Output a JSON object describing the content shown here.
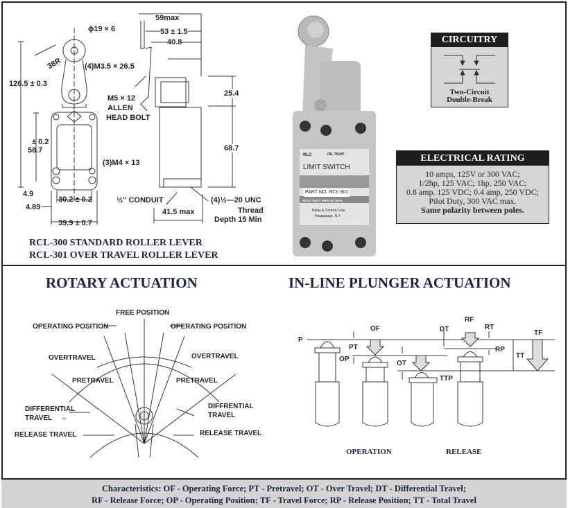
{
  "dimension_drawing": {
    "labels": {
      "roller": "ϕ19 × 6",
      "radius": "38R",
      "screws_top": "(4)M3.5 × 26.5",
      "height_total": "126.5 ± 0.3",
      "tol": "± 0.2",
      "height_mount": "58.7",
      "screws_bottom": "(3)M4 × 13",
      "offset_a": "4.9",
      "offset_b": "4.89",
      "width_mount": "30.2 ± 0.2",
      "width_total": "39.9 ± 0.7",
      "depth_max": "59max",
      "depth_lever": "53 ± 1.5",
      "depth_body": "40.8",
      "bolt_1": "M5 × 12",
      "bolt_2": "ALLEN",
      "bolt_3": "HEAD BOLT",
      "head_h": "25.4",
      "body_h": "68.7",
      "conduit": "½'' CONDUIT",
      "thread_1": "(4)½—20 UNC",
      "thread_2": "Thread",
      "thread_3": "Depth 15 Min",
      "base_depth": "41.5 max"
    },
    "models": [
      "RCL-300 STANDARD ROLLER LEVER",
      "RCL-301 OVER TRAVEL ROLLER LEVER"
    ]
  },
  "product_photo": {
    "label_title": "LIMIT SWITCH",
    "label_brand": "RLC",
    "label_oil": "OIL TIGHT",
    "part_no": "PART NO. RCL-301",
    "pilot": "PILOT DUTY 600V AC MAX.",
    "maker": "Relay & Control Corp.",
    "city": "Hauppauge, N.Y."
  },
  "circuitry": {
    "title": "CIRCUITRY",
    "caption_1": "Two-Circuit",
    "caption_2": "Double-Break"
  },
  "electrical_rating": {
    "title": "ELECTRICAL RATING",
    "lines": [
      "10 amps, 125V or 300 VAC;",
      "1/2hp, 125 VAC; 1hp, 250 VAC;",
      "0.8 amp. 125 VDC; 0.4 amp, 250 VDC;",
      "Pilot Duty, 300 VAC max."
    ],
    "note": "Same polarity between poles."
  },
  "rotary": {
    "title": "ROTARY ACTUATION",
    "labels": {
      "free": "FREE POSITION",
      "op_left": "OPERATING POSITION",
      "op_right": "OPERATING POSITION",
      "ot_left": "OVERTRAVEL",
      "ot_right": "OVERTRAVEL",
      "pt_left": "PRETRAVEL",
      "pt_right": "PRETRAVEL",
      "dt_left_1": "DIFFERENTIAL",
      "dt_left_2": "TRAVEL",
      "dt_right_1": "DIFFRENTIAL",
      "dt_right_2": "TRAVEL",
      "rt_left": "RELEASE TRAVEL",
      "rt_right": "RELEASE TRAVEL"
    }
  },
  "plunger": {
    "title": "IN-LINE PLUNGER ACTUATION",
    "labels": {
      "P": "P",
      "OF": "OF",
      "PT": "PT",
      "OP": "OP",
      "OT": "OT",
      "TTP": "TTP",
      "DT": "DT",
      "RF": "RF",
      "RT": "RT",
      "RP": "RP",
      "TT": "TT",
      "TF": "TF"
    },
    "operation": "OPERATION",
    "release": "RELEASE"
  },
  "footer": {
    "line1": "Characteristics: OF - Operating Force; PT - Pretravel; OT - Over Travel; DT - Differential Travel;",
    "line2": "RF - Release Force; OP - Operating Position; TF -  Travel Force; RP - Release Position; TT - Total Travel"
  }
}
